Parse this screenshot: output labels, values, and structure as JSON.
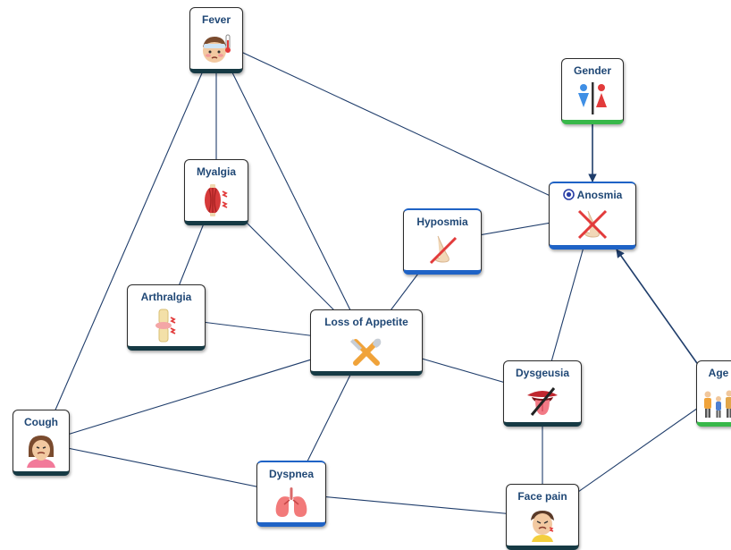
{
  "diagram": {
    "nodes": [
      {
        "id": "fever",
        "label": "Fever",
        "icon": "sick-face-thermometer-icon",
        "status": "dark"
      },
      {
        "id": "gender",
        "label": "Gender",
        "icon": "gender-restroom-icon",
        "status": "green"
      },
      {
        "id": "myalgia",
        "label": "Myalgia",
        "icon": "muscle-pain-icon",
        "status": "dark"
      },
      {
        "id": "anosmia",
        "label": "Anosmia",
        "icon": "nose-crossed-icon",
        "status": "blue",
        "target": true
      },
      {
        "id": "hyposmia",
        "label": "Hyposmia",
        "icon": "nose-slash-icon",
        "status": "blue"
      },
      {
        "id": "arthralgia",
        "label": "Arthralgia",
        "icon": "joint-pain-icon",
        "status": "dark"
      },
      {
        "id": "loss_of_appetite",
        "label": "Loss of Appetite",
        "icon": "fork-knife-crossed-icon",
        "status": "dark"
      },
      {
        "id": "age",
        "label": "Age",
        "icon": "family-people-icon",
        "status": "green"
      },
      {
        "id": "dysgeusia",
        "label": "Dysgeusia",
        "icon": "tongue-slash-icon",
        "status": "dark"
      },
      {
        "id": "cough",
        "label": "Cough",
        "icon": "coughing-person-icon",
        "status": "dark"
      },
      {
        "id": "dyspnea",
        "label": "Dyspnea",
        "icon": "lungs-icon",
        "status": "blue"
      },
      {
        "id": "face_pain",
        "label": "Face pain",
        "icon": "face-pain-icon",
        "status": "dark"
      }
    ],
    "edges": [
      {
        "from": "fever",
        "to": "myalgia",
        "directed": false
      },
      {
        "from": "fever",
        "to": "loss_of_appetite",
        "directed": false
      },
      {
        "from": "fever",
        "to": "anosmia",
        "directed": false
      },
      {
        "from": "fever",
        "to": "cough",
        "directed": false
      },
      {
        "from": "myalgia",
        "to": "arthralgia",
        "directed": false
      },
      {
        "from": "myalgia",
        "to": "loss_of_appetite",
        "directed": false
      },
      {
        "from": "arthralgia",
        "to": "loss_of_appetite",
        "directed": false
      },
      {
        "from": "hyposmia",
        "to": "anosmia",
        "directed": false
      },
      {
        "from": "hyposmia",
        "to": "loss_of_appetite",
        "directed": false
      },
      {
        "from": "gender",
        "to": "anosmia",
        "directed": true
      },
      {
        "from": "age",
        "to": "anosmia",
        "directed": true
      },
      {
        "from": "anosmia",
        "to": "dysgeusia",
        "directed": false
      },
      {
        "from": "loss_of_appetite",
        "to": "dysgeusia",
        "directed": false
      },
      {
        "from": "loss_of_appetite",
        "to": "cough",
        "directed": false
      },
      {
        "from": "loss_of_appetite",
        "to": "dyspnea",
        "directed": false
      },
      {
        "from": "cough",
        "to": "dyspnea",
        "directed": false
      },
      {
        "from": "dyspnea",
        "to": "face_pain",
        "directed": false
      },
      {
        "from": "dysgeusia",
        "to": "face_pain",
        "directed": false
      },
      {
        "from": "age",
        "to": "face_pain",
        "directed": false
      }
    ],
    "colors": {
      "edge": "#1f3d6b",
      "label": "#1f4775",
      "status_dark": "#163a44",
      "status_blue": "#1f63c6",
      "status_green": "#38b84a"
    }
  }
}
